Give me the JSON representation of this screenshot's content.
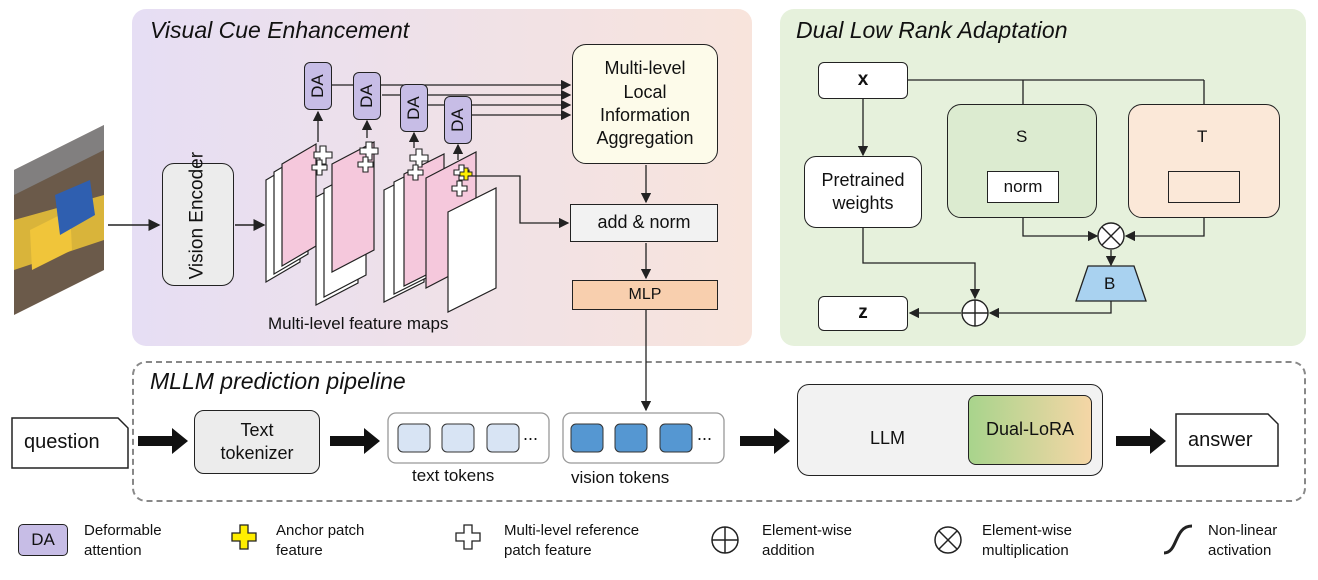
{
  "vce": {
    "title": "Visual Cue Enhancement",
    "vision_encoder": "Vision Encoder",
    "feature_maps_label": "Multi-level feature maps",
    "da_label": "DA",
    "aggregation": "Multi-level Local Information Aggregation",
    "add_norm": "add & norm",
    "mlp": "MLP"
  },
  "dlora": {
    "title": "Dual Low Rank Adaptation",
    "x": "x",
    "z": "z",
    "pretrained": "Pretrained weights",
    "s": "S",
    "t": "T",
    "norm": "norm",
    "b": "B"
  },
  "pipeline": {
    "title": "MLLM prediction pipeline",
    "question": "question",
    "text_tokenizer": "Text tokenizer",
    "text_tokens": "text tokens",
    "vision_tokens": "vision tokens",
    "ellipsis": "...",
    "llm": "LLM",
    "dual_lora": "Dual-LoRA",
    "answer": "answer"
  },
  "legend": {
    "da_symbol": "DA",
    "da_text": "Deformable attention",
    "anchor_text": "Anchor patch feature",
    "reference_text": "Multi-level reference patch feature",
    "addition_text": "Element-wise addition",
    "multiplication_text": "Element-wise multiplication",
    "nonlinear_text": "Non-linear activation"
  },
  "colors": {
    "vce_panel_from": "#e6def4",
    "vce_panel_to": "#f8e4dc",
    "dlora_panel": "#e6f1dc",
    "da_fill": "#c7bde6",
    "pink_map": "#f5c8dc",
    "mlp_fill": "#f8cfae",
    "s_green": "#9ccc80",
    "t_orange": "#fbd9a8",
    "b_blue": "#a9d2f0",
    "text_token": "#d8e4f4",
    "vision_token": "#5597d2",
    "anchor_yellow": "#ffee00"
  }
}
